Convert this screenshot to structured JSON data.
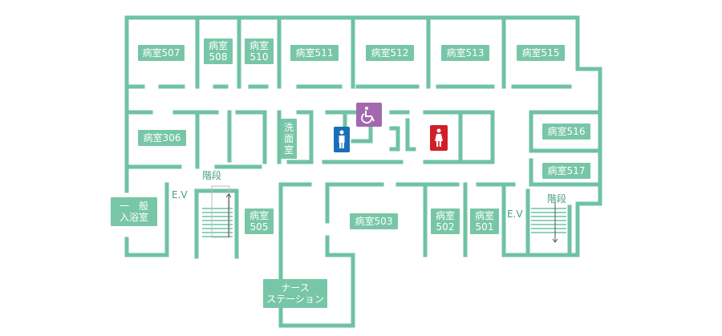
{
  "colors": {
    "wall": "#6fc2a5",
    "label_bg": "#78c6a8",
    "label_text": "#ffffff",
    "accessible_icon_bg": "#a368b0",
    "male_icon_bg": "#1a6fb8",
    "female_icon_bg": "#d21f2a"
  },
  "rooms": {
    "r507": "病室507",
    "r508_a": "病室",
    "r508_b": "508",
    "r510_a": "病室",
    "r510_b": "510",
    "r511": "病室511",
    "r512": "病室512",
    "r513": "病室513",
    "r515": "病室515",
    "r306": "病室306",
    "r516": "病室516",
    "r517": "病室517",
    "r505_a": "病室",
    "r505_b": "505",
    "r503": "病室503",
    "r502_a": "病室",
    "r502_b": "502",
    "r501_a": "病室",
    "r501_b": "501"
  },
  "facilities": {
    "washroom": [
      "洗",
      "面",
      "室"
    ],
    "bath_a": "一　般",
    "bath_b": "入浴室",
    "nurse_a": "ナース",
    "nurse_b": "ステーション",
    "ev_left": "E.V",
    "ev_right": "E.V",
    "stairs_left": "階段",
    "stairs_right": "階段"
  },
  "icons": {
    "accessible": "wheelchair-icon",
    "male": "male-restroom-icon",
    "female": "female-restroom-icon"
  }
}
